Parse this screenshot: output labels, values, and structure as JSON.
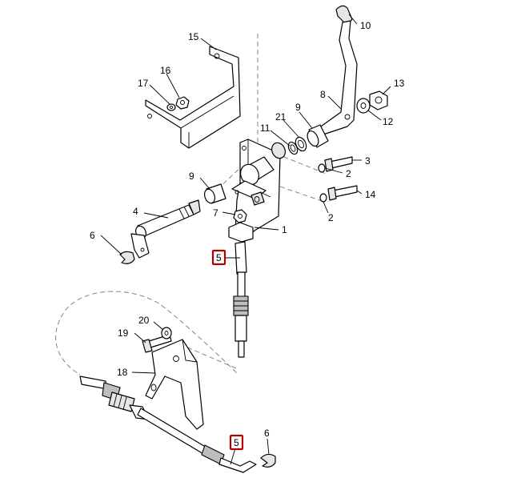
{
  "callouts": [
    {
      "id": "c1",
      "label": "1"
    },
    {
      "id": "c2a",
      "label": "2"
    },
    {
      "id": "c2b",
      "label": "2"
    },
    {
      "id": "c3",
      "label": "3"
    },
    {
      "id": "c4",
      "label": "4"
    },
    {
      "id": "c5a",
      "label": "5",
      "highlighted": true
    },
    {
      "id": "c5b",
      "label": "5",
      "highlighted": true
    },
    {
      "id": "c6a",
      "label": "6"
    },
    {
      "id": "c6b",
      "label": "6"
    },
    {
      "id": "c7",
      "label": "7"
    },
    {
      "id": "c8",
      "label": "8"
    },
    {
      "id": "c9a",
      "label": "9"
    },
    {
      "id": "c9b",
      "label": "9"
    },
    {
      "id": "c10",
      "label": "10"
    },
    {
      "id": "c11",
      "label": "11"
    },
    {
      "id": "c12",
      "label": "12"
    },
    {
      "id": "c13",
      "label": "13"
    },
    {
      "id": "c14",
      "label": "14"
    },
    {
      "id": "c15",
      "label": "15"
    },
    {
      "id": "c16",
      "label": "16"
    },
    {
      "id": "c17",
      "label": "17"
    },
    {
      "id": "c18",
      "label": "18"
    },
    {
      "id": "c19",
      "label": "19"
    },
    {
      "id": "c20",
      "label": "20"
    },
    {
      "id": "c21",
      "label": "21"
    }
  ],
  "colors": {
    "highlight": "#b00000",
    "line": "#000000",
    "dashed_path": "#777777"
  }
}
